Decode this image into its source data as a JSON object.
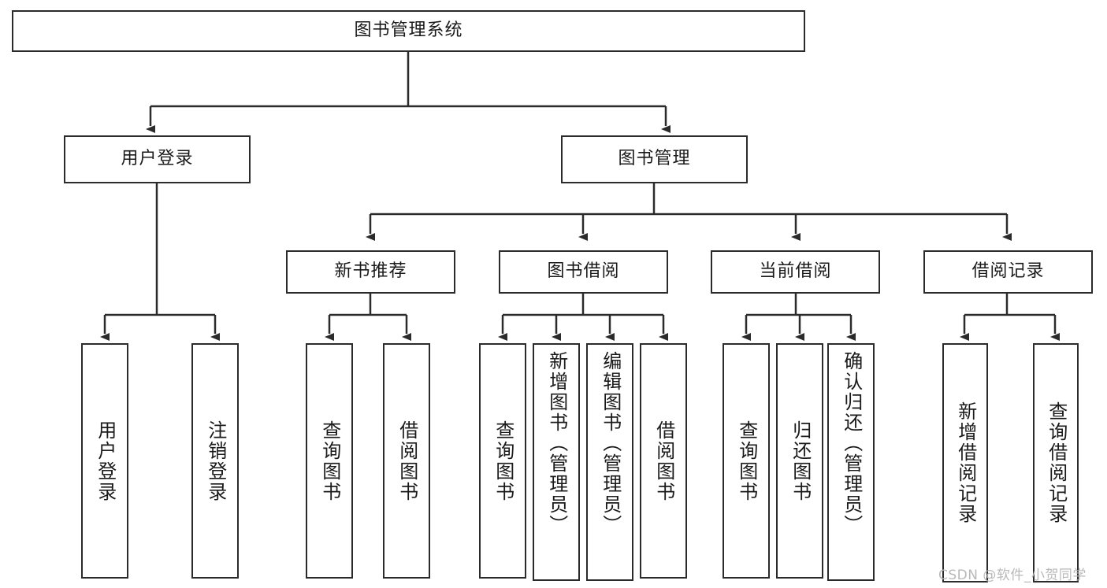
{
  "diagram": {
    "type": "tree-hierarchy",
    "title": "图书管理系统",
    "root": {
      "label": "图书管理系统"
    },
    "level1": [
      {
        "label": "用户登录"
      },
      {
        "label": "图书管理"
      }
    ],
    "level2": [
      {
        "label": "新书推荐"
      },
      {
        "label": "图书借阅"
      },
      {
        "label": "当前借阅"
      },
      {
        "label": "借阅记录"
      }
    ],
    "leaves": {
      "user_login": [
        {
          "label": "用户登录"
        },
        {
          "label": "注销登录"
        }
      ],
      "new_book_recommend": [
        {
          "label": "查询图书"
        },
        {
          "label": "借阅图书"
        }
      ],
      "book_borrow": [
        {
          "label": "查询图书"
        },
        {
          "label": "新增图书（管理员）"
        },
        {
          "label": "编辑图书（管理员）"
        },
        {
          "label": "借阅图书"
        }
      ],
      "current_borrow": [
        {
          "label": "查询图书"
        },
        {
          "label": "归还图书"
        },
        {
          "label": "确认归还（管理员）"
        }
      ],
      "borrow_record": [
        {
          "label": "新增借阅记录"
        },
        {
          "label": "查询借阅记录"
        }
      ]
    }
  },
  "watermark": {
    "text": "CSDN @软件_小贺同学"
  },
  "colors": {
    "stroke": "#2b2b2b",
    "background": "#ffffff",
    "text": "#1a1a1a",
    "watermark": "#b9b9b9"
  }
}
